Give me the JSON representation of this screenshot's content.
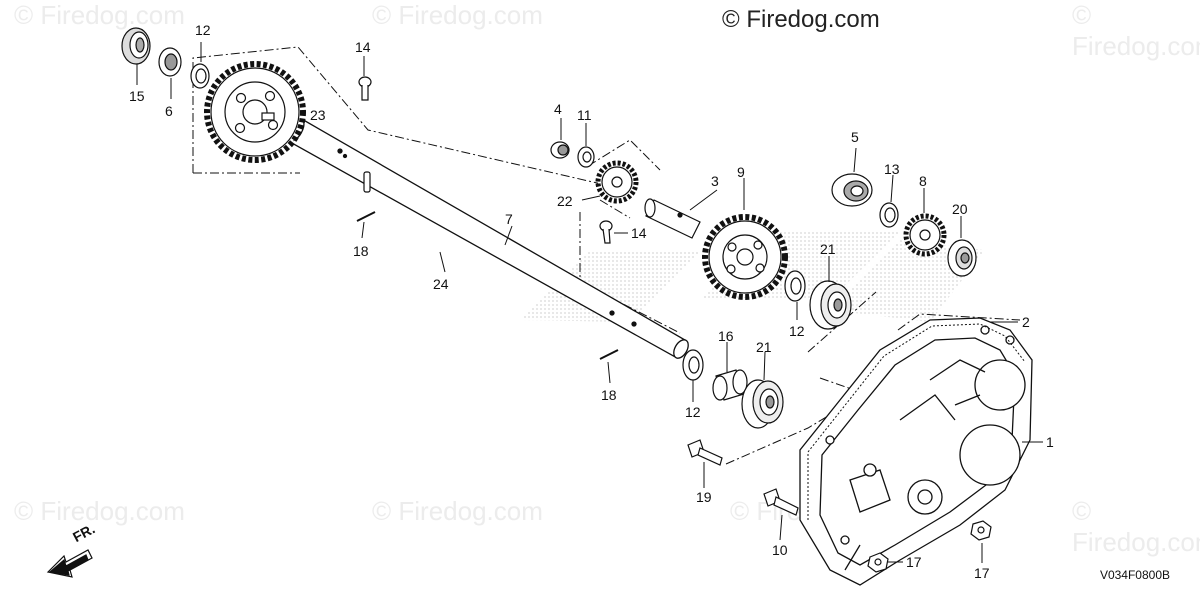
{
  "watermark": "© Firedog.com",
  "brand": "© Firedog.com",
  "diagram_code": "V034F0800B",
  "front_label": "FR.",
  "callouts": [
    "1",
    "2",
    "3",
    "4",
    "5",
    "6",
    "7",
    "8",
    "9",
    "10",
    "11",
    "12",
    "13",
    "14",
    "15",
    "16",
    "17",
    "18",
    "19",
    "20",
    "21",
    "22",
    "23",
    "24"
  ]
}
